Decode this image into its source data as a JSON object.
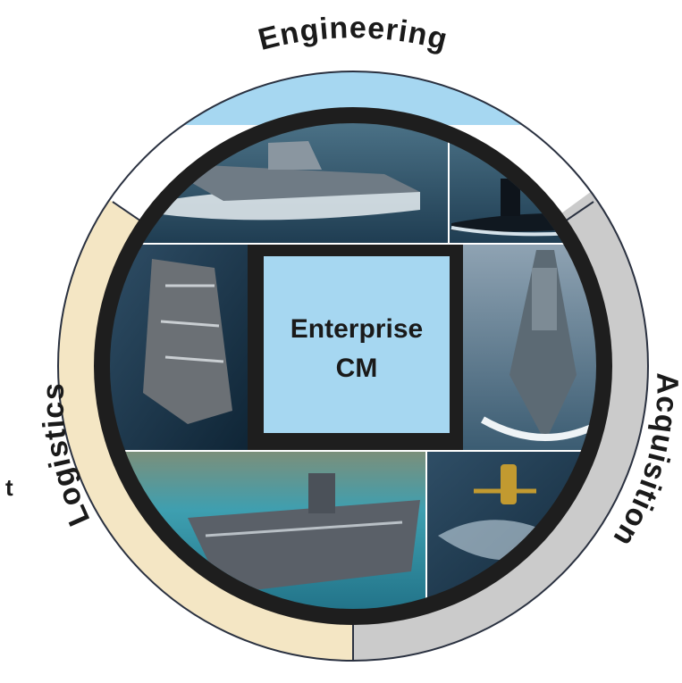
{
  "diagram": {
    "segments": [
      {
        "id": "engineering",
        "label": "Engineering",
        "color": "#a6d7f1"
      },
      {
        "id": "acquisition",
        "label": "Acquisition",
        "color": "#cbcbcb"
      },
      {
        "id": "logistics",
        "label": "Logistics",
        "color": "#f4e6c4"
      }
    ],
    "center": {
      "line1": "Enterprise",
      "line2": "CM",
      "color": "#a6d7f1"
    },
    "inner_ring_color": "#1e1e1e",
    "outline_color": "#2a3140",
    "photos": [
      {
        "name": "littoral-combat-ship-photo",
        "subject": "ship",
        "scheme": "sea"
      },
      {
        "name": "submarine-surfaced-photo",
        "subject": "submarine",
        "scheme": "sea"
      },
      {
        "name": "aircraft-carrier-top-photo",
        "subject": "carrier",
        "scheme": "deep"
      },
      {
        "name": "destroyer-photo",
        "subject": "destroyer",
        "scheme": "foam"
      },
      {
        "name": "carrier-in-port-photo",
        "subject": "carrier",
        "scheme": "harbor"
      },
      {
        "name": "submarine-launch-photo",
        "subject": "submarine",
        "scheme": "deep"
      }
    ],
    "edge_fragment": "t"
  }
}
